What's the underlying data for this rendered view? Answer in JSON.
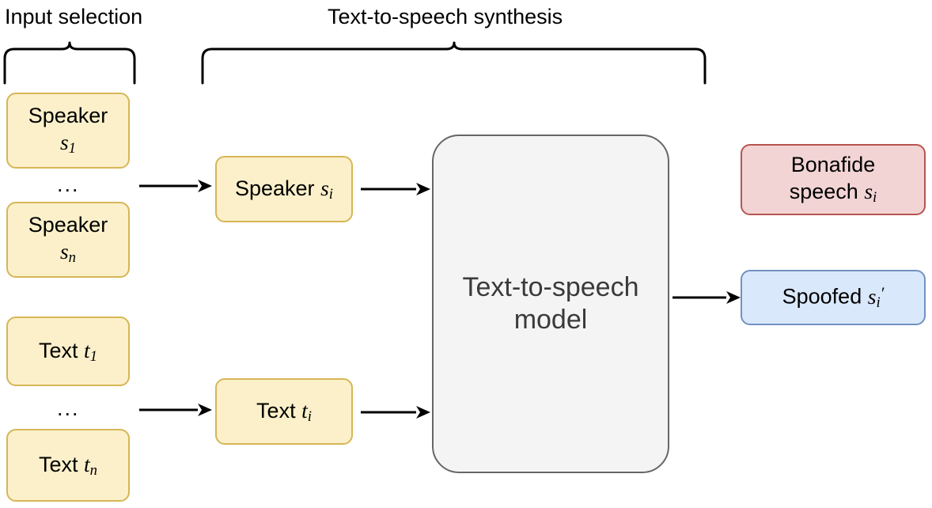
{
  "diagram": {
    "title_visible": false,
    "sections": [
      {
        "id": "input-selection",
        "label": "Input selection"
      },
      {
        "id": "tts-synthesis",
        "label": "Text-to-speech synthesis"
      }
    ],
    "input_speakers": {
      "first": {
        "line1": "Speaker",
        "symbol": "s",
        "subscript": "1"
      },
      "last": {
        "line1": "Speaker",
        "symbol": "s",
        "subscript": "n"
      },
      "ellipsis": "..."
    },
    "input_texts": {
      "first": {
        "line1": "Text",
        "symbol": "t",
        "subscript": "1"
      },
      "last": {
        "line1": "Text",
        "symbol": "t",
        "subscript": "n"
      },
      "ellipsis": "..."
    },
    "selected": {
      "speaker": {
        "line1": "Speaker",
        "symbol": "s",
        "subscript": "i"
      },
      "text": {
        "line1": "Text",
        "symbol": "t",
        "subscript": "i"
      }
    },
    "model": {
      "line1": "Text-to-speech",
      "line2": "model"
    },
    "outputs": {
      "bonafide": {
        "line1": "Bonafide",
        "line2": "speech",
        "symbol": "s",
        "subscript": "i",
        "prime": ""
      },
      "spoofed": {
        "line1": "Spoofed",
        "symbol": "s",
        "subscript": "i",
        "prime": "′"
      }
    },
    "colors": {
      "yellow_fill": "#fbf0ca",
      "yellow_border": "#d6b656",
      "pink_fill": "#f2d4d4",
      "pink_border": "#b85450",
      "blue_fill": "#dae8fc",
      "blue_border": "#7292c0",
      "gray_fill": "#f4f4f4",
      "gray_border": "#666666",
      "line": "#000000",
      "model_text": "#3a3a3a"
    }
  }
}
